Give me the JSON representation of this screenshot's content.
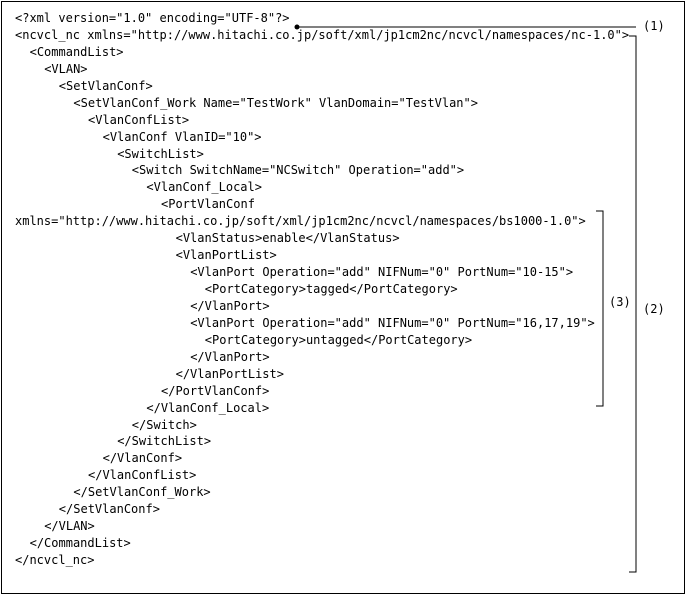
{
  "code_lines": [
    {
      "indent": 0,
      "text": "<?xml version=\"1.0\" encoding=\"UTF-8\"?>"
    },
    {
      "indent": 0,
      "text": "<ncvcl_nc xmlns=\"http://www.hitachi.co.jp/soft/xml/jp1cm2nc/ncvcl/namespaces/nc-1.0\">"
    },
    {
      "indent": 1,
      "text": "<CommandList>"
    },
    {
      "indent": 2,
      "text": "<VLAN>"
    },
    {
      "indent": 3,
      "text": "<SetVlanConf>"
    },
    {
      "indent": 4,
      "text": "<SetVlanConf_Work Name=\"TestWork\" VlanDomain=\"TestVlan\">"
    },
    {
      "indent": 5,
      "text": "<VlanConfList>"
    },
    {
      "indent": 6,
      "text": "<VlanConf VlanID=\"10\">"
    },
    {
      "indent": 7,
      "text": "<SwitchList>"
    },
    {
      "indent": 8,
      "text": "<Switch SwitchName=\"NCSwitch\" Operation=\"add\">"
    },
    {
      "indent": 9,
      "text": "<VlanConf_Local>"
    },
    {
      "indent": 10,
      "text": "<PortVlanConf"
    },
    {
      "indent": 0,
      "text": "xmlns=\"http://www.hitachi.co.jp/soft/xml/jp1cm2nc/ncvcl/namespaces/bs1000-1.0\">"
    },
    {
      "indent": 11,
      "text": "<VlanStatus>enable</VlanStatus>"
    },
    {
      "indent": 11,
      "text": "<VlanPortList>"
    },
    {
      "indent": 12,
      "text": "<VlanPort Operation=\"add\" NIFNum=\"0\" PortNum=\"10-15\">"
    },
    {
      "indent": 13,
      "text": "<PortCategory>tagged</PortCategory>"
    },
    {
      "indent": 12,
      "text": "</VlanPort>"
    },
    {
      "indent": 12,
      "text": "<VlanPort Operation=\"add\" NIFNum=\"0\" PortNum=\"16,17,19\">"
    },
    {
      "indent": 13,
      "text": "<PortCategory>untagged</PortCategory>"
    },
    {
      "indent": 12,
      "text": "</VlanPort>"
    },
    {
      "indent": 11,
      "text": "</VlanPortList>"
    },
    {
      "indent": 10,
      "text": "</PortVlanConf>"
    },
    {
      "indent": 9,
      "text": "</VlanConf_Local>"
    },
    {
      "indent": 8,
      "text": "</Switch>"
    },
    {
      "indent": 7,
      "text": "</SwitchList>"
    },
    {
      "indent": 6,
      "text": "</VlanConf>"
    },
    {
      "indent": 5,
      "text": "</VlanConfList>"
    },
    {
      "indent": 4,
      "text": "</SetVlanConf_Work>"
    },
    {
      "indent": 3,
      "text": "</SetVlanConf>"
    },
    {
      "indent": 2,
      "text": "</VLAN>"
    },
    {
      "indent": 1,
      "text": "</CommandList>"
    },
    {
      "indent": 0,
      "text": "</ncvcl_nc>"
    }
  ],
  "annotations": {
    "marker_1": "(1)",
    "marker_2": "(2)",
    "marker_3": "(3)"
  }
}
